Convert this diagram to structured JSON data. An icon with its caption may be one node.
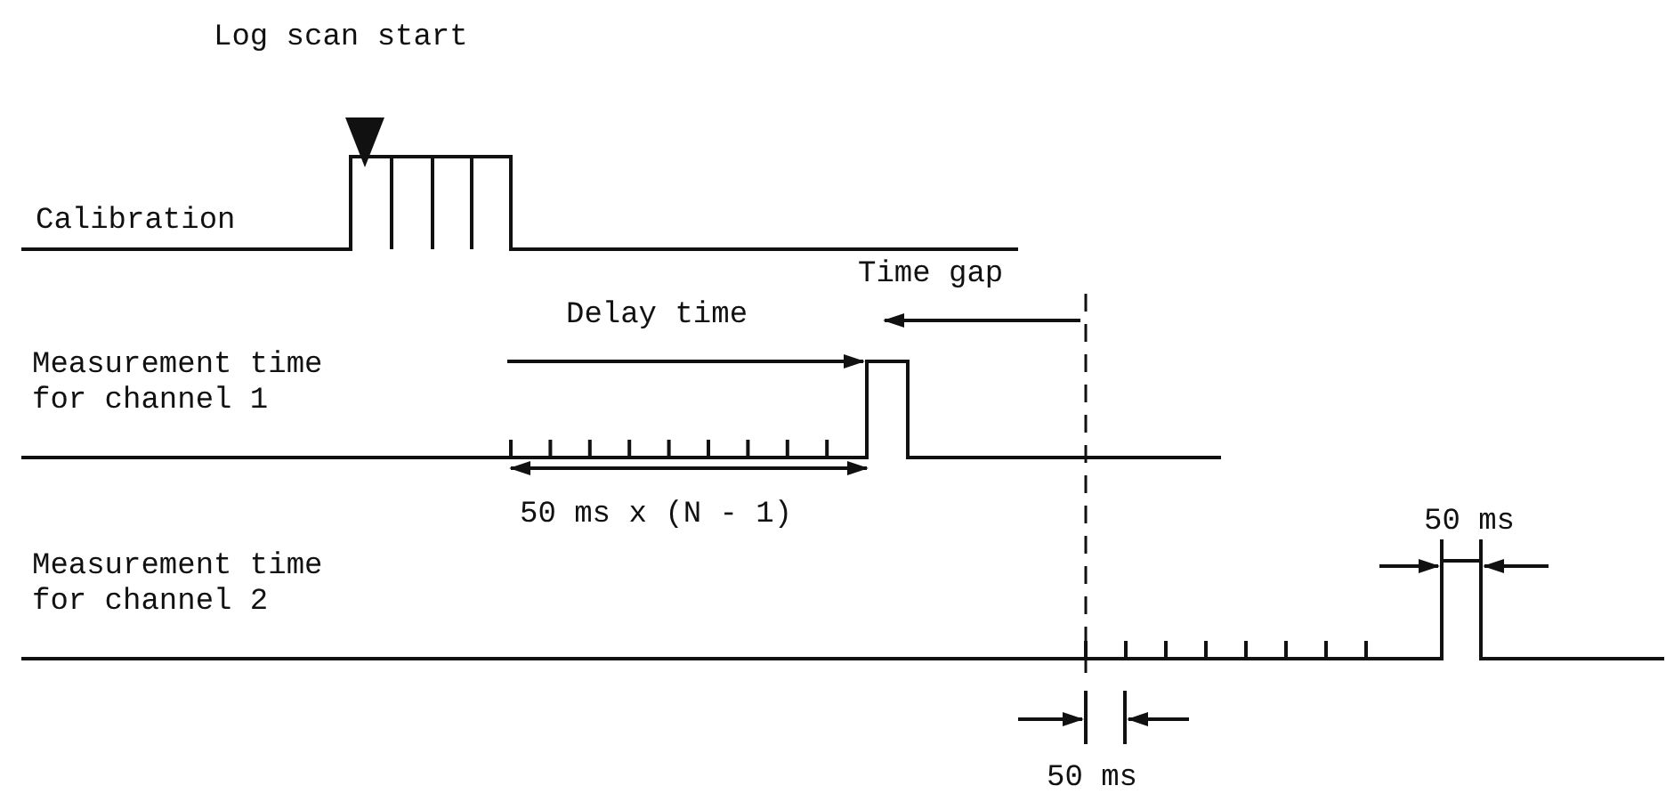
{
  "diagram": {
    "labels": [
      "Log scan start",
      "Calibration",
      "Time gap",
      "Delay time",
      "Measurement time for channel 1",
      "50 ms",
      "50 ms x (N - 1)",
      "Measurement time for channel 2",
      "50 ms"
    ]
  }
}
